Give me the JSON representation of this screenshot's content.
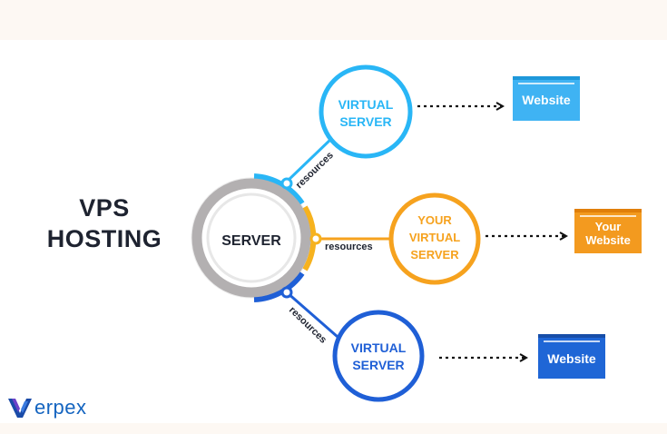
{
  "title": {
    "line1": "VPS",
    "line2": "HOSTING"
  },
  "server": {
    "label": "SERVER"
  },
  "connector_label": "resources",
  "nodes": [
    {
      "line1": "VIRTUAL",
      "line2": "SERVER",
      "line3": "",
      "color": "#29b6f6"
    },
    {
      "line1": "YOUR",
      "line2": "VIRTUAL",
      "line3": "SERVER",
      "color": "#f6a21e"
    },
    {
      "line1": "VIRTUAL",
      "line2": "SERVER",
      "line3": "",
      "color": "#1f5fd6"
    }
  ],
  "websites": [
    {
      "line1": "Website",
      "line2": "",
      "color": "#3fb3f3"
    },
    {
      "line1": "Your",
      "line2": "Website",
      "color": "#f39a1f"
    },
    {
      "line1": "Website",
      "line2": "",
      "color": "#1f66d6"
    }
  ],
  "brand": {
    "name": "erpex",
    "color": "#1565c0"
  },
  "colors": {
    "text_dark": "#1e2330",
    "server_ring": "#b3b0b1"
  }
}
